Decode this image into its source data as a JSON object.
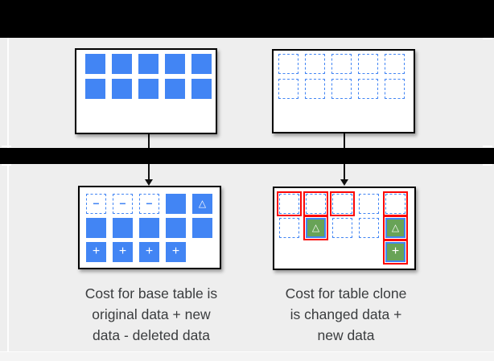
{
  "colors": {
    "background": "#eeeeee",
    "bar_black": "#000000",
    "box_border": "#000000",
    "blue": "#4285f4",
    "green": "#68a357",
    "red": "#fb0404",
    "text": "#3a3c3e",
    "strip": "#f4f4f4"
  },
  "symbols": {
    "minus": "−",
    "plus": "+",
    "triangle": "△"
  },
  "boxes": {
    "top_left": {
      "grid": [
        [
          {
            "t": "solid"
          },
          {
            "t": "solid"
          },
          {
            "t": "solid"
          },
          {
            "t": "solid"
          },
          {
            "t": "solid"
          }
        ],
        [
          {
            "t": "solid"
          },
          {
            "t": "solid"
          },
          {
            "t": "solid"
          },
          {
            "t": "solid"
          },
          {
            "t": "solid"
          }
        ]
      ]
    },
    "top_right": {
      "grid": [
        [
          {
            "t": "dashed"
          },
          {
            "t": "dashed"
          },
          {
            "t": "dashed"
          },
          {
            "t": "dashed"
          },
          {
            "t": "dashed"
          }
        ],
        [
          {
            "t": "dashed"
          },
          {
            "t": "dashed"
          },
          {
            "t": "dashed"
          },
          {
            "t": "dashed"
          },
          {
            "t": "dashed"
          }
        ]
      ]
    },
    "bottom_left": {
      "grid": [
        [
          {
            "t": "dashed",
            "sym": "minus"
          },
          {
            "t": "dashed",
            "sym": "minus"
          },
          {
            "t": "dashed",
            "sym": "minus"
          },
          {
            "t": "solid"
          },
          {
            "t": "solid",
            "sym": "triangle"
          }
        ],
        [
          {
            "t": "solid"
          },
          {
            "t": "solid"
          },
          {
            "t": "solid"
          },
          {
            "t": "solid"
          },
          {
            "t": "solid"
          }
        ],
        [
          {
            "t": "solid",
            "sym": "plus"
          },
          {
            "t": "solid",
            "sym": "plus"
          },
          {
            "t": "solid",
            "sym": "plus"
          },
          {
            "t": "solid",
            "sym": "plus"
          },
          null
        ]
      ]
    },
    "bottom_right": {
      "grid": [
        [
          {
            "t": "dashed",
            "red": true
          },
          {
            "t": "dashed",
            "red": true
          },
          {
            "t": "dashed",
            "red": true
          },
          {
            "t": "dashed"
          },
          {
            "t": "dashed",
            "red": true
          }
        ],
        [
          {
            "t": "dashed"
          },
          {
            "t": "green",
            "sym": "triangle",
            "red": true
          },
          {
            "t": "dashed"
          },
          {
            "t": "dashed"
          },
          {
            "t": "green",
            "sym": "triangle",
            "red": true
          }
        ],
        [
          null,
          null,
          null,
          null,
          {
            "t": "green",
            "sym": "plus",
            "red": true
          }
        ]
      ]
    }
  },
  "captions": {
    "left": {
      "lines": [
        "Cost for base table is",
        "original data + new",
        "data - deleted data"
      ]
    },
    "right": {
      "lines": [
        "Cost for table clone",
        "is changed data +",
        "new data"
      ]
    }
  }
}
